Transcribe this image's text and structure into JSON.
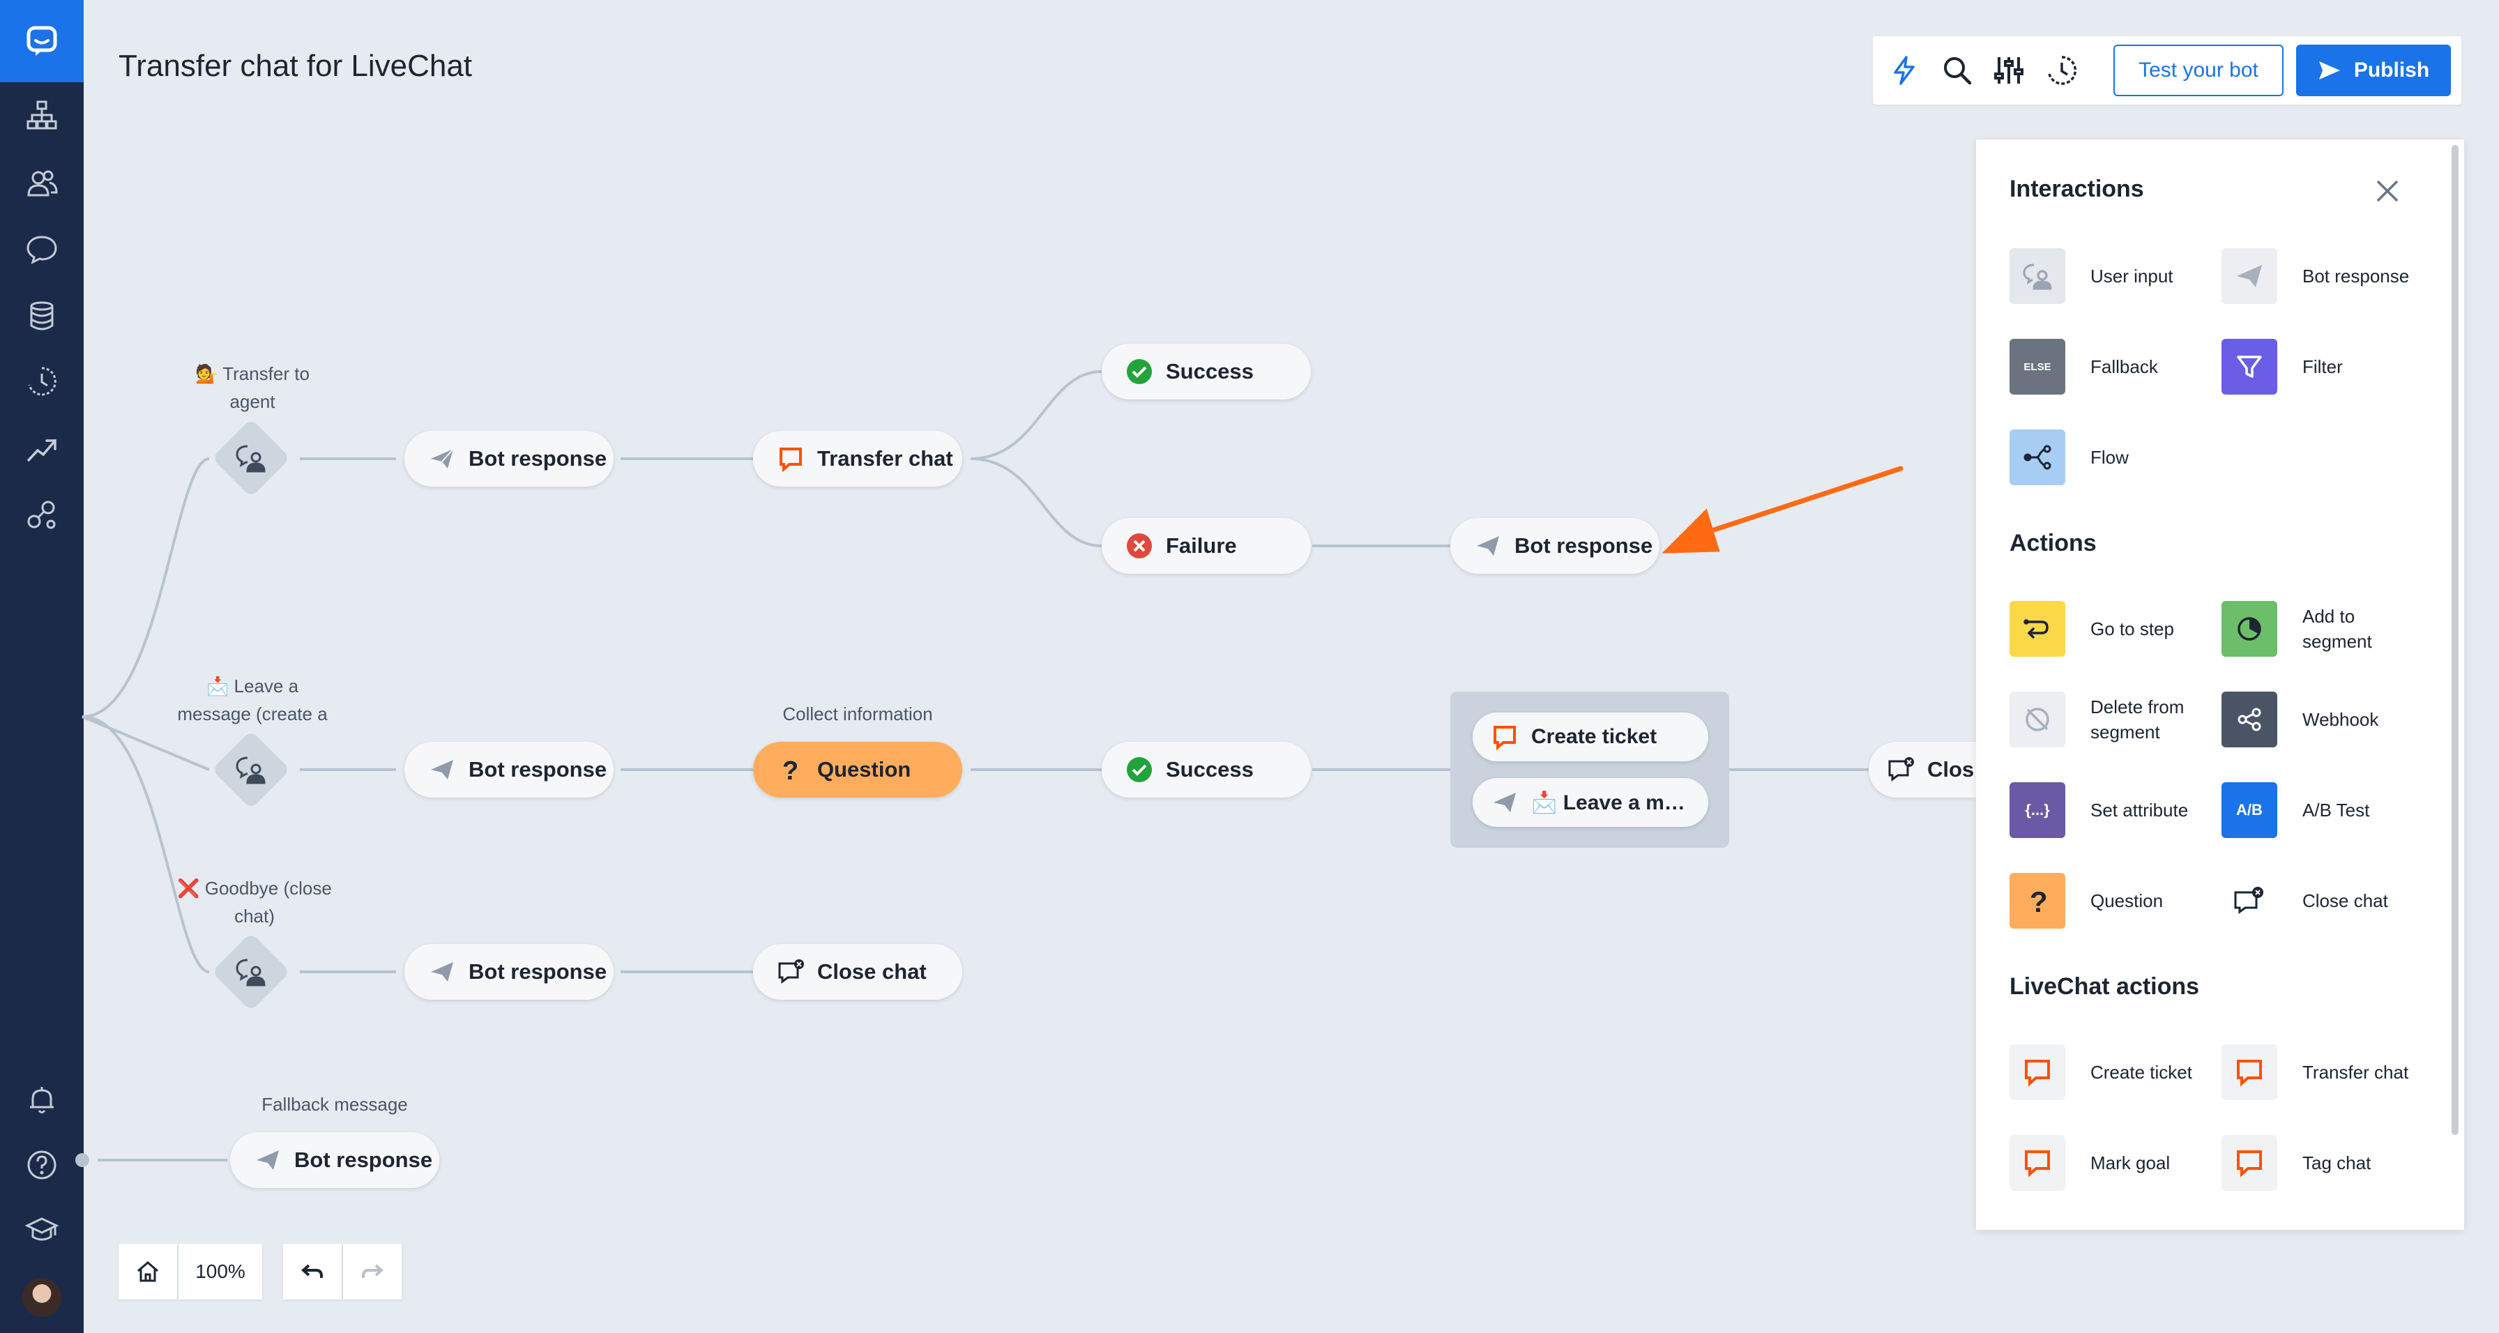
{
  "page": {
    "title": "Transfer chat for LiveChat"
  },
  "toolbar": {
    "test_label": "Test your bot",
    "publish_label": "Publish",
    "icons": [
      "lightning-icon",
      "search-icon",
      "sliders-icon",
      "history-icon"
    ]
  },
  "flow": {
    "branches": [
      {
        "label": "💁 Transfer to agent",
        "bot": "Bot response",
        "next": "Transfer chat",
        "outcomes": [
          "Success",
          "Failure"
        ],
        "failure_next": "Bot response"
      },
      {
        "label": "📩 Leave a message (create a",
        "bot": "Bot response",
        "question_title": "Collect information",
        "question": "Question",
        "outcome": "Success",
        "group": [
          "Create ticket",
          "📩 Leave a m…"
        ],
        "close": "Clos"
      },
      {
        "label": "❌ Goodbye (close chat)",
        "bot": "Bot response",
        "next": "Close chat"
      }
    ],
    "fallback": {
      "label": "Fallback message",
      "bot": "Bot response"
    }
  },
  "panel": {
    "interactions_title": "Interactions",
    "interactions": [
      "User input",
      "Bot response",
      "Fallback",
      "Filter",
      "Flow"
    ],
    "actions_title": "Actions",
    "actions": [
      "Go to step",
      "Add to segment",
      "Delete from segment",
      "Webhook",
      "Set attribute",
      "A/B Test",
      "Question",
      "Close chat"
    ],
    "livechat_title": "LiveChat actions",
    "livechat": [
      "Create ticket",
      "Transfer chat",
      "Mark goal",
      "Tag chat"
    ],
    "tile_labels": {
      "else": "ELSE",
      "braces": "{...}",
      "ab": "A/B"
    }
  },
  "controls": {
    "zoom": "100%"
  },
  "colors": {
    "brand": "#1a73e8",
    "sidebar": "#1b2a48",
    "accent_orange": "#ff6a13",
    "success": "#22a33b",
    "failure": "#e0483c"
  }
}
